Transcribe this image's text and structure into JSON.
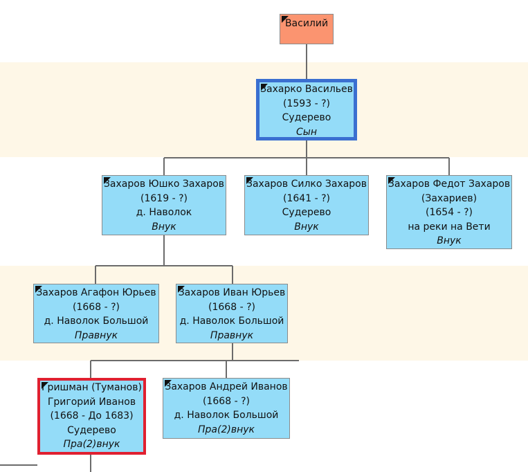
{
  "colors": {
    "root_fill": "#fb9470",
    "node_fill": "#94dcf8",
    "band_fill": "#fef7e7",
    "link": "#6b6b6b",
    "focus_blue": "#3a6fd0",
    "focus_red": "#e02030"
  },
  "nodes": {
    "vasily": {
      "lines": [
        "Василий"
      ]
    },
    "zakharko": {
      "lines": [
        "Захарко Васильев",
        "(1593 - ?)",
        "Судерево"
      ],
      "relation": "Сын"
    },
    "yushko": {
      "lines": [
        "Захаров Юшко Захаров",
        "(1619 - ?)",
        "д. Наволок"
      ],
      "relation": "Внук"
    },
    "silko": {
      "lines": [
        "Захаров Силко Захаров",
        "(1641 - ?)",
        "Судерево"
      ],
      "relation": "Внук"
    },
    "fedot": {
      "lines": [
        "Захаров Федот Захаров",
        "(Захариев)",
        "(1654 - ?)",
        "на реки на Вети"
      ],
      "relation": "Внук"
    },
    "agafon": {
      "lines": [
        "Захаров Агафон Юрьев",
        "(1668 - ?)",
        "д. Наволок Большой"
      ],
      "relation": "Правнук"
    },
    "ivan": {
      "lines": [
        "Захаров Иван Юрьев",
        "(1668 - ?)",
        "д. Наволок Большой"
      ],
      "relation": "Правнук"
    },
    "grishman": {
      "lines": [
        "Гришман (Туманов)",
        "Григорий Иванов",
        "(1668 - До 1683)",
        "Судерево"
      ],
      "relation": "Пра(2)внук"
    },
    "andrey": {
      "lines": [
        "Захаров Андрей Иванов",
        "(1668 - ?)",
        "д. Наволок Большой"
      ],
      "relation": "Пра(2)внук"
    }
  }
}
